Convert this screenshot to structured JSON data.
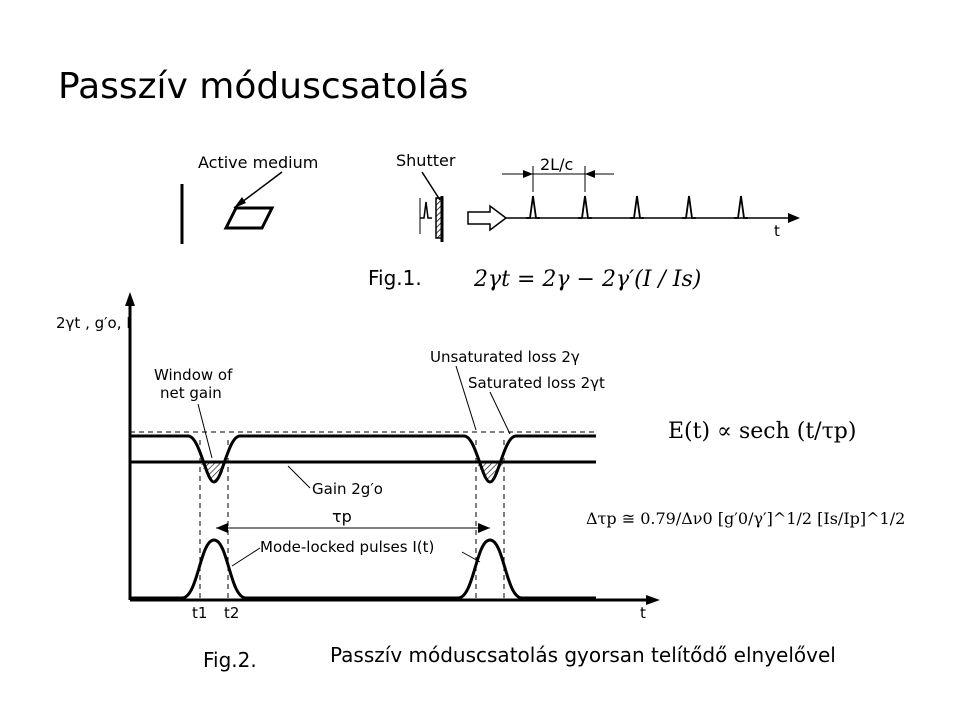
{
  "title": "Passzív móduscsatolás",
  "fig1": {
    "caption": "Fig.1.",
    "active_medium_label": "Active medium",
    "shutter_label": "Shutter",
    "period_label": "2L/c",
    "time_axis_label": "t",
    "equation_gamma": "2γt = 2γ − 2γ′(I / Is)"
  },
  "fig2": {
    "caption": "Fig.2.",
    "y_axis_label": "2γt , g′o, I",
    "x_axis_label": "t",
    "window_label_line1": "Window of",
    "window_label_line2": "net gain",
    "unsaturated_loss_label": "Unsaturated loss 2γ",
    "saturated_loss_label": "Saturated loss 2γt",
    "gain_label": "Gain 2g′o",
    "tau_p_label": "τp",
    "pulses_label": "Mode-locked pulses I(t)",
    "t1_label": "t1",
    "t2_label": "t2"
  },
  "equations": {
    "sech": "E(t) ∝ sech (t/τp)",
    "pulse_width": "Δτp ≅ 0.79/Δν0 [g′0/γ′]^1/2 [Is/Ip]^1/2"
  },
  "bottom_caption": "Passzív móduscsatolás gyorsan telítődő elnyelővel"
}
